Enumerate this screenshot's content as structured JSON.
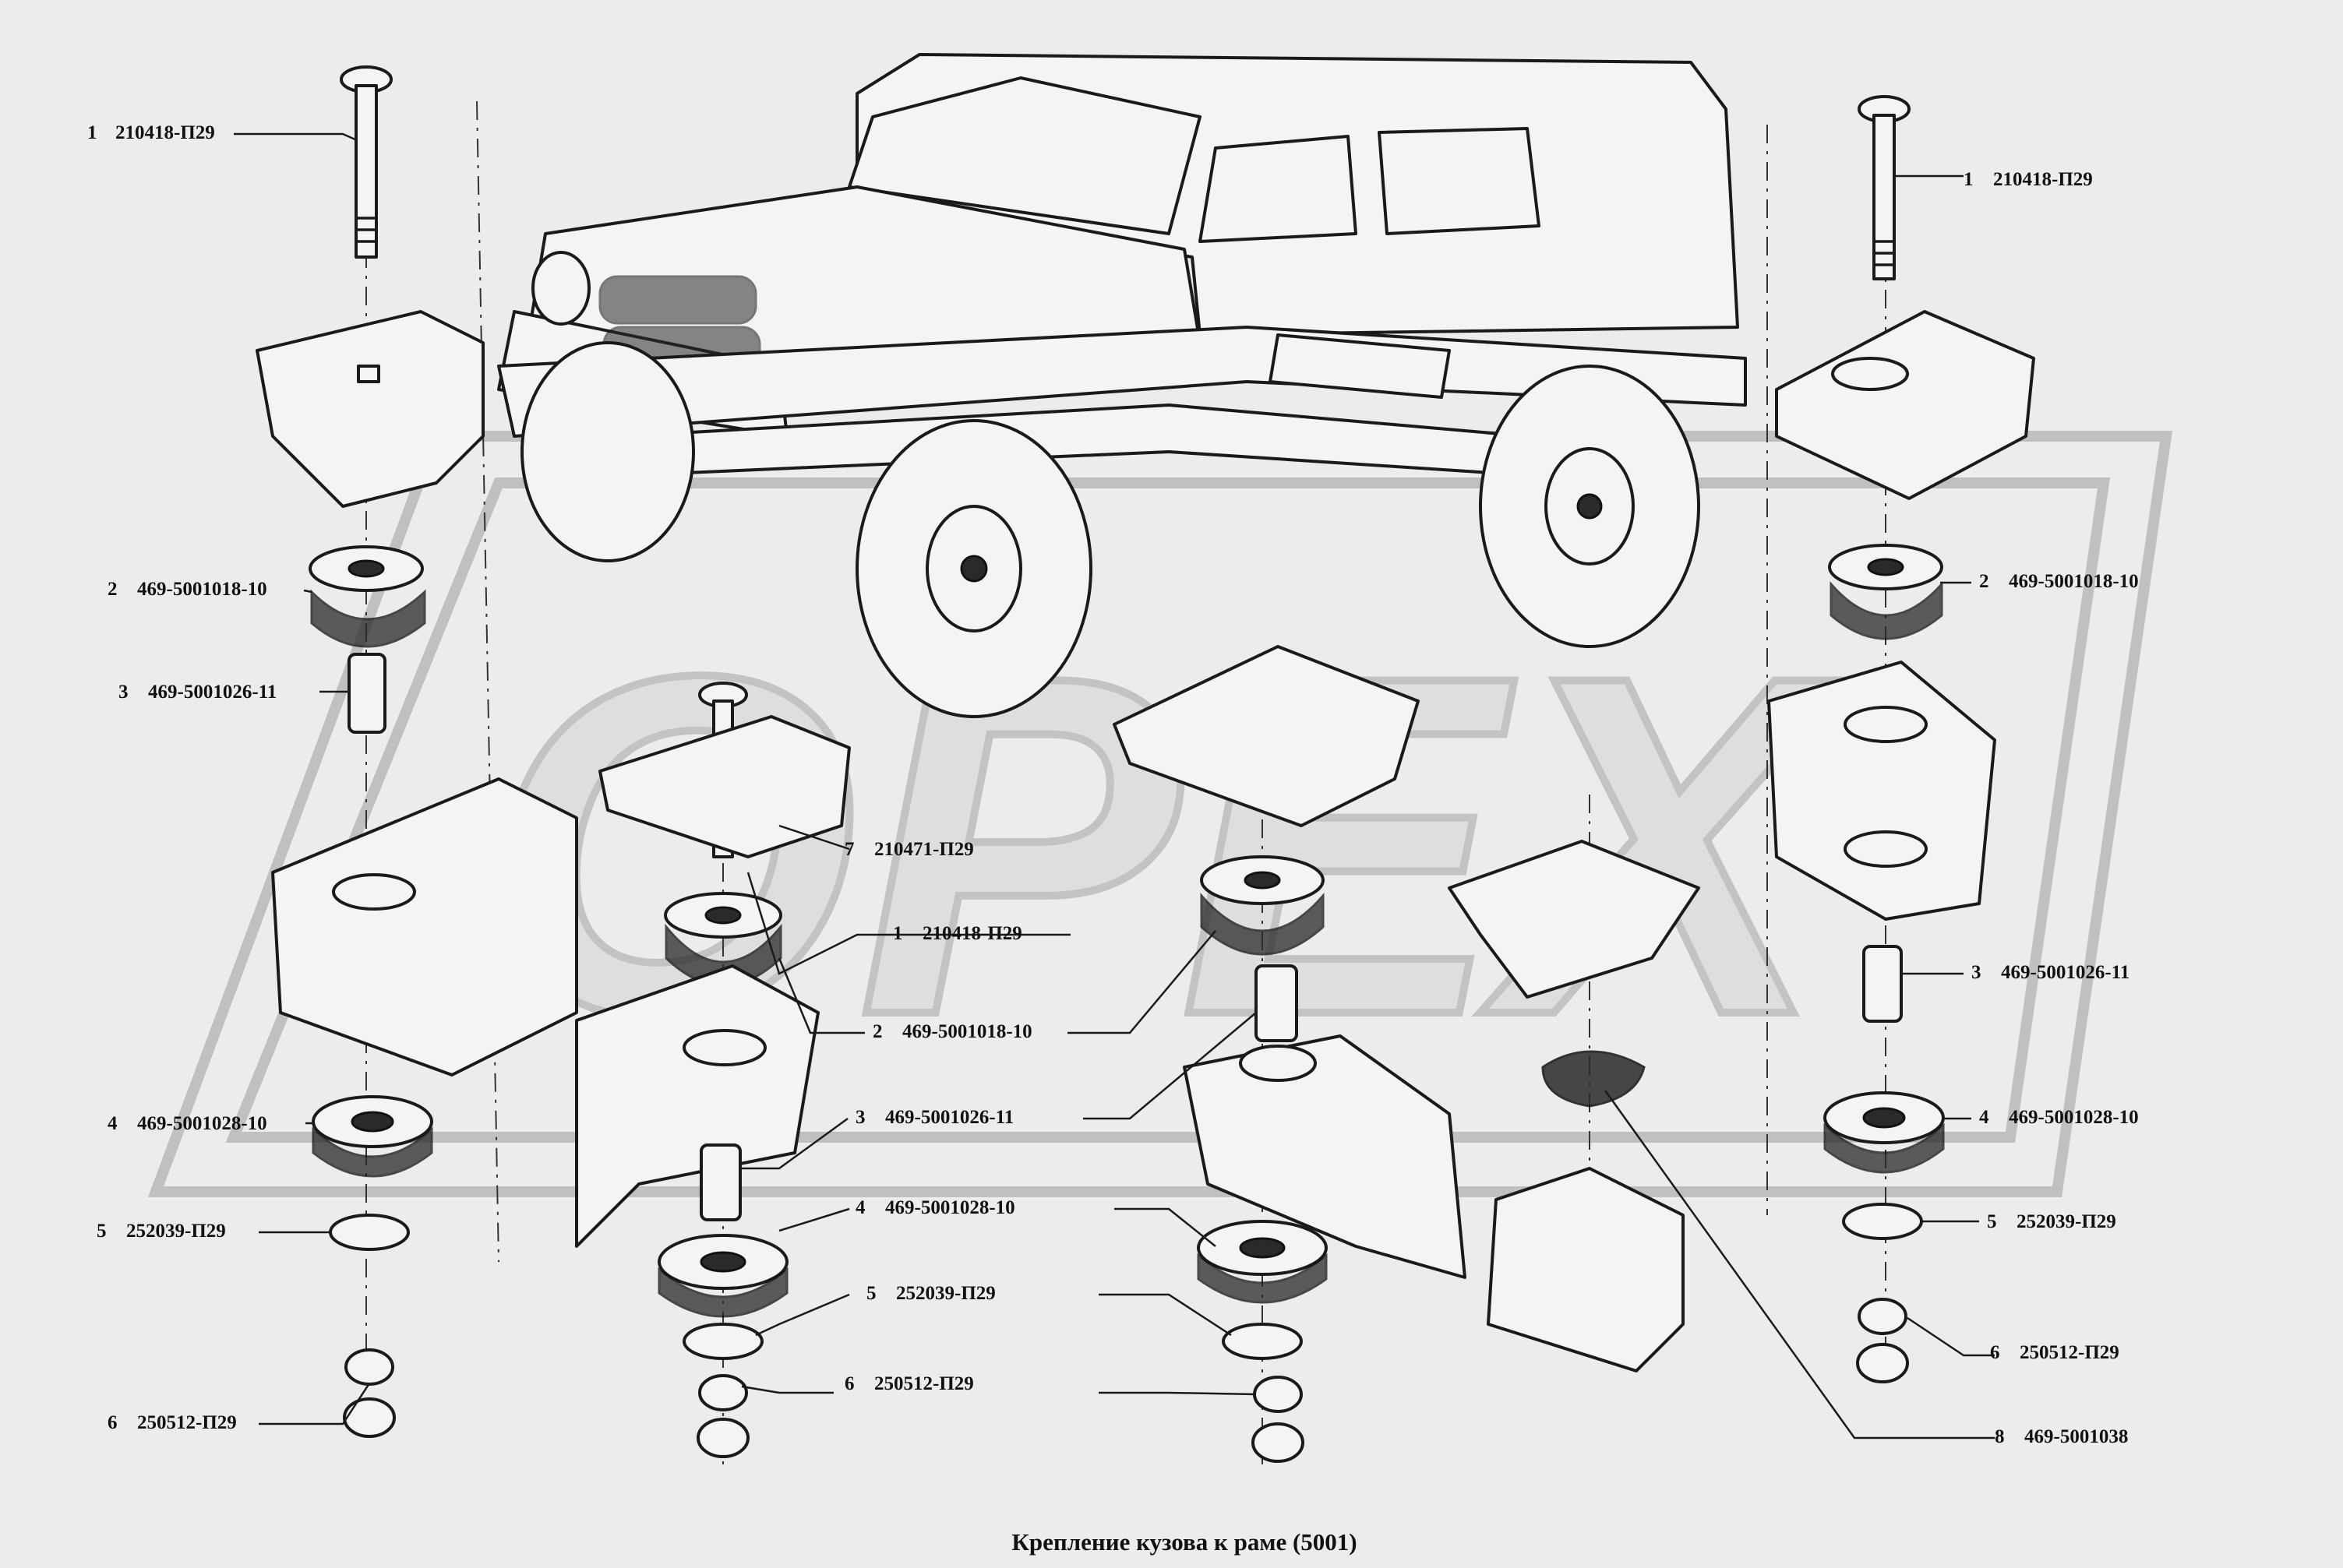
{
  "caption": "Крепление кузова к раме (5001)",
  "watermark": "ОРЕХ",
  "callouts": [
    {
      "num": "1",
      "code": "210418-П29"
    },
    {
      "num": "2",
      "code": "469-5001018-10"
    },
    {
      "num": "3",
      "code": "469-5001026-11"
    },
    {
      "num": "4",
      "code": "469-5001028-10"
    },
    {
      "num": "5",
      "code": "252039-П29"
    },
    {
      "num": "6",
      "code": "250512-П29"
    },
    {
      "num": "1",
      "code": "210418-П29"
    },
    {
      "num": "2",
      "code": "469-5001018-10"
    },
    {
      "num": "3",
      "code": "469-5001026-11"
    },
    {
      "num": "4",
      "code": "469-5001028-10"
    },
    {
      "num": "5",
      "code": "252039-П29"
    },
    {
      "num": "6",
      "code": "250512-П29"
    },
    {
      "num": "7",
      "code": "210471-П29"
    },
    {
      "num": "1",
      "code": "210418-П29"
    },
    {
      "num": "2",
      "code": "469-5001018-10"
    },
    {
      "num": "3",
      "code": "469-5001026-11"
    },
    {
      "num": "4",
      "code": "469-5001028-10"
    },
    {
      "num": "5",
      "code": "252039-П29"
    },
    {
      "num": "6",
      "code": "250512-П29"
    },
    {
      "num": "8",
      "code": "469-5001038"
    }
  ]
}
